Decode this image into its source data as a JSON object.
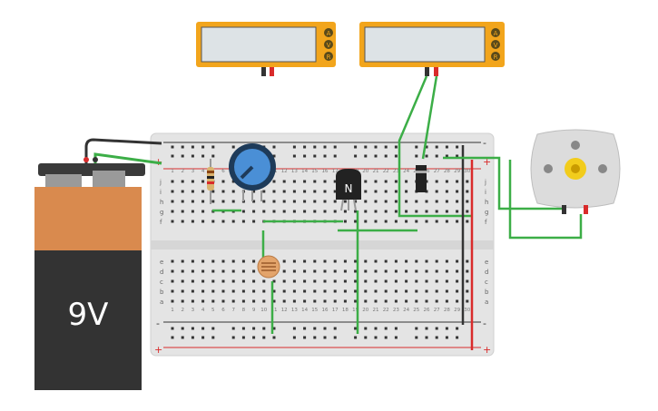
{
  "battery": {
    "label": "9V",
    "color_top": "#d98a4e",
    "color_body": "#333333"
  },
  "transistor": {
    "label": "N"
  },
  "multimeters": [
    {
      "name": "multimeter-1",
      "buttons": [
        "A",
        "V",
        "R"
      ]
    },
    {
      "name": "multimeter-2",
      "buttons": [
        "A",
        "V",
        "R"
      ]
    }
  ],
  "breadboard": {
    "top_rows": [
      "j",
      "i",
      "h",
      "g",
      "f"
    ],
    "bottom_rows": [
      "e",
      "d",
      "c",
      "b",
      "a"
    ],
    "columns": [
      "1",
      "2",
      "3",
      "4",
      "5",
      "6",
      "7",
      "8",
      "9",
      "10",
      "11",
      "12",
      "13",
      "14",
      "15",
      "16",
      "17",
      "18",
      "19",
      "20",
      "21",
      "22",
      "23",
      "24",
      "25",
      "26",
      "27",
      "28",
      "29",
      "30"
    ],
    "rail_minus": "-",
    "rail_plus": "+"
  },
  "colors": {
    "multimeter_frame": "#f2a51c",
    "screen": "#dde3e6",
    "wire_green": "#3cae47",
    "wire_black": "#333333",
    "wire_red": "#d92b2b",
    "pot_blue": "#4a8fd6",
    "motor_gear": "#f2cc1c"
  }
}
